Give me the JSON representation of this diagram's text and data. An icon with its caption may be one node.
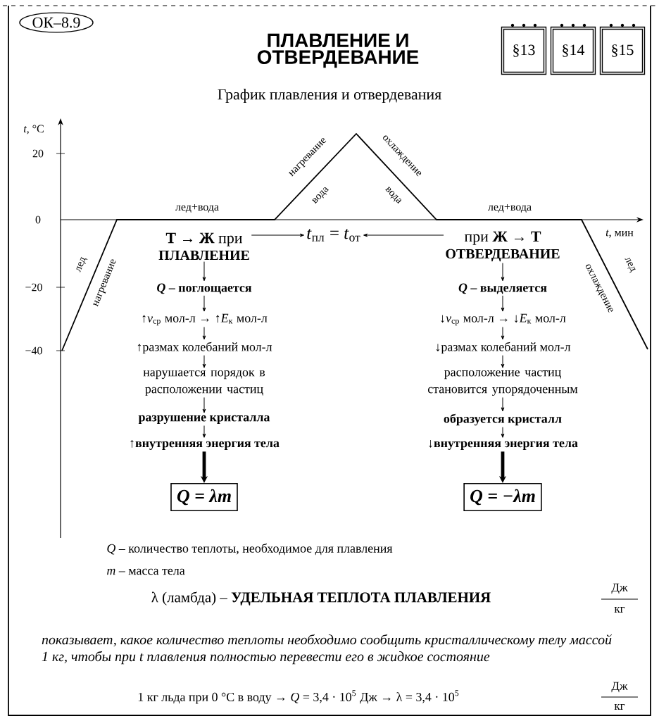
{
  "diagram": {
    "title": "ПЛАВЛЕНИЕ И ОТВЕРДЕВАНИЕ",
    "nodes": [
      {
        "text": [
          "ОК–8.9"
        ]
      },
      {
        "text": [
          "§13"
        ]
      },
      {
        "text": [
          "§14"
        ]
      },
      {
        "text": [
          "§15"
        ]
      },
      {
        "text": [
          "**Т → Ж** при",
          "ПЛАВЛЕНИЕ"
        ]
      },
      {
        "text": [
          "*t*$_{пл}$ = *t*$_{от}$"
        ]
      },
      {
        "text": [
          "при **Ж → Т**",
          "ОТВЕРДЕВАНИЕ"
        ]
      },
      {
        "text": [
          "*Q* – поглощается"
        ]
      },
      {
        "text": [
          "↑*v*$_{ср}$ мол-л → ↑*E*$_{к}$ мол-л"
        ]
      },
      {
        "text": [
          "↑размах колебаний мол-л"
        ]
      },
      {
        "text": [
          "нарушается порядок в расположении частиц"
        ]
      },
      {
        "text": [
          "разрушение кристалла"
        ]
      },
      {
        "text": [
          "↑внутренняя энергия тела"
        ]
      },
      {
        "text": [
          "Q = λm"
        ]
      },
      {
        "text": [
          "*Q* – выделяется"
        ]
      },
      {
        "text": [
          "↓*v*$_{ср}$ мол-л → ↓*E*$_{к}$ мол-л"
        ]
      },
      {
        "text": [
          "↓размах колебаний мол-л"
        ]
      },
      {
        "text": [
          "расположение частиц становится упорядоченным"
        ]
      },
      {
        "text": [
          "образуется кристалл"
        ]
      },
      {
        "text": [
          "↓внутренняя энергия тела"
        ]
      },
      {
        "text": [
          "Q = −λm"
        ]
      }
    ],
    "edges": [
      {
        "from": 4,
        "to": 5,
        "arrow": "to"
      },
      {
        "from": 6,
        "to": 5,
        "arrow": "to"
      },
      {
        "from": 4,
        "to": 7,
        "arrow": "to"
      },
      {
        "from": 7,
        "to": 8,
        "arrow": "to"
      },
      {
        "from": 8,
        "to": 9,
        "arrow": "to"
      },
      {
        "from": 9,
        "to": 10,
        "arrow": "to"
      },
      {
        "from": 10,
        "to": 11,
        "arrow": "to"
      },
      {
        "from": 11,
        "to": 12,
        "arrow": "to"
      },
      {
        "from": 12,
        "to": 13,
        "arrow": "to",
        "style": "thick"
      },
      {
        "from": 6,
        "to": 14,
        "arrow": "to"
      },
      {
        "from": 14,
        "to": 15,
        "arrow": "to"
      },
      {
        "from": 15,
        "to": 16,
        "arrow": "to"
      },
      {
        "from": 16,
        "to": 17,
        "arrow": "to"
      },
      {
        "from": 17,
        "to": 18,
        "arrow": "to"
      },
      {
        "from": 18,
        "to": 19,
        "arrow": "to"
      },
      {
        "from": 19,
        "to": 20,
        "arrow": "to",
        "style": "thick"
      }
    ],
    "labels": [
      "График плавления и отвердевания",
      "*t*, °C",
      "20",
      "0",
      "−20",
      "−40",
      "лед+вода",
      "нагревание",
      "вода",
      "охлаждение",
      "вода",
      "лед+вода",
      "*t*, мин",
      "лед",
      "нагревание",
      "охлаждение",
      "лед",
      "*Q* – количество теплоты, необходимое для плавления",
      "*m* – масса тела",
      "λ (ламбда) – **УДЕЛЬНАЯ ТЕПЛОТА ПЛАВЛЕНИЯ**",
      "Дж",
      "кг",
      "показывает, какое количество теплоты необходимо сообщить кристаллическому телу массой 1 кг, чтобы при t плавления полностью перевести его в жидкое состояние",
      "1 кг льда при 0 °С в воду → *Q* = 3,4 · 10$^{5}$ Дж → λ = 3,4 · 10$^{5}$",
      "Дж",
      "кг"
    ]
  }
}
